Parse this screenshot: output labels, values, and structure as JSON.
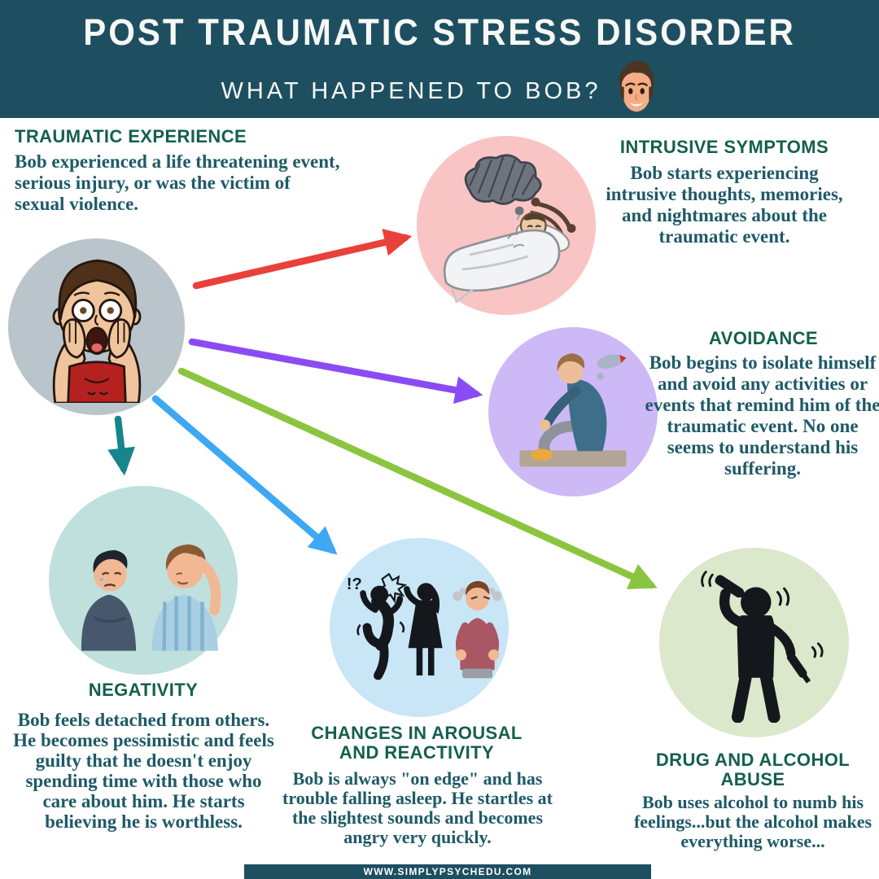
{
  "header": {
    "title": "POST TRAUMATIC STRESS DISORDER",
    "subtitle": "WHAT HAPPENED TO BOB?",
    "avatar_icon": "bob-face-icon"
  },
  "sections": {
    "traumatic_experience": {
      "heading": "TRAUMATIC EXPERIENCE",
      "body": "Bob experienced a life threatening event, serious injury, or was the victim of sexual violence.",
      "illustration": "shocked-man-illustration",
      "circle_color": "#b9c4cb"
    },
    "intrusive_symptoms": {
      "heading": "INTRUSIVE SYMPTOMS",
      "body": "Bob starts experiencing intrusive thoughts, memories, and nightmares about the traumatic event.",
      "illustration": "nightmare-in-bed-illustration",
      "circle_color": "#f9c5c4"
    },
    "avoidance": {
      "heading": "AVOIDANCE",
      "body": "Bob begins to isolate himself and avoid any activities or events that remind him of the traumatic event. No one seems to understand his suffering.",
      "illustration": "isolated-sitting-man-illustration",
      "circle_color": "#cdb9f6"
    },
    "negativity": {
      "heading": "NEGATIVITY",
      "body": "Bob feels detached from others. He becomes pessimistic and feels guilty that he doesn't enjoy spending time with those who care about him. He starts believing he is worthless.",
      "illustration": "two-sad-men-illustration",
      "circle_color": "#bfe0dd"
    },
    "arousal_reactivity": {
      "heading": "CHANGES IN AROUSAL AND REACTIVITY",
      "body": "Bob is always \"on edge\" and has trouble falling asleep. He startles at the slightest sounds and becomes angry very quickly.",
      "illustration": "startled-and-angry-figures-illustration",
      "circle_color": "#c9e6f7"
    },
    "drug_alcohol": {
      "heading": "DRUG AND ALCOHOL ABUSE",
      "body": "Bob uses alcohol to numb his feelings...but the alcohol makes everything worse...",
      "illustration": "drinking-man-silhouette-illustration",
      "circle_color": "#dbe8cb"
    }
  },
  "arrows": [
    {
      "name": "arrow-to-intrusive",
      "from": "traumatic_experience",
      "to": "intrusive_symptoms",
      "color": "#e8413c"
    },
    {
      "name": "arrow-to-avoidance",
      "from": "traumatic_experience",
      "to": "avoidance",
      "color": "#8b4bf2"
    },
    {
      "name": "arrow-to-drug-alcohol",
      "from": "traumatic_experience",
      "to": "drug_alcohol",
      "color": "#8bc53f"
    },
    {
      "name": "arrow-to-arousal",
      "from": "traumatic_experience",
      "to": "arousal_reactivity",
      "color": "#3ea8f2"
    },
    {
      "name": "arrow-to-negativity",
      "from": "traumatic_experience",
      "to": "negativity",
      "color": "#17858c"
    }
  ],
  "footer": {
    "website": "WWW.SIMPLYPSYCHEDU.COM"
  },
  "colors": {
    "header_bg": "#1d4f61",
    "heading_text": "#145f4e",
    "body_text": "#1e5a67",
    "footer_bg": "#1d4f61"
  }
}
